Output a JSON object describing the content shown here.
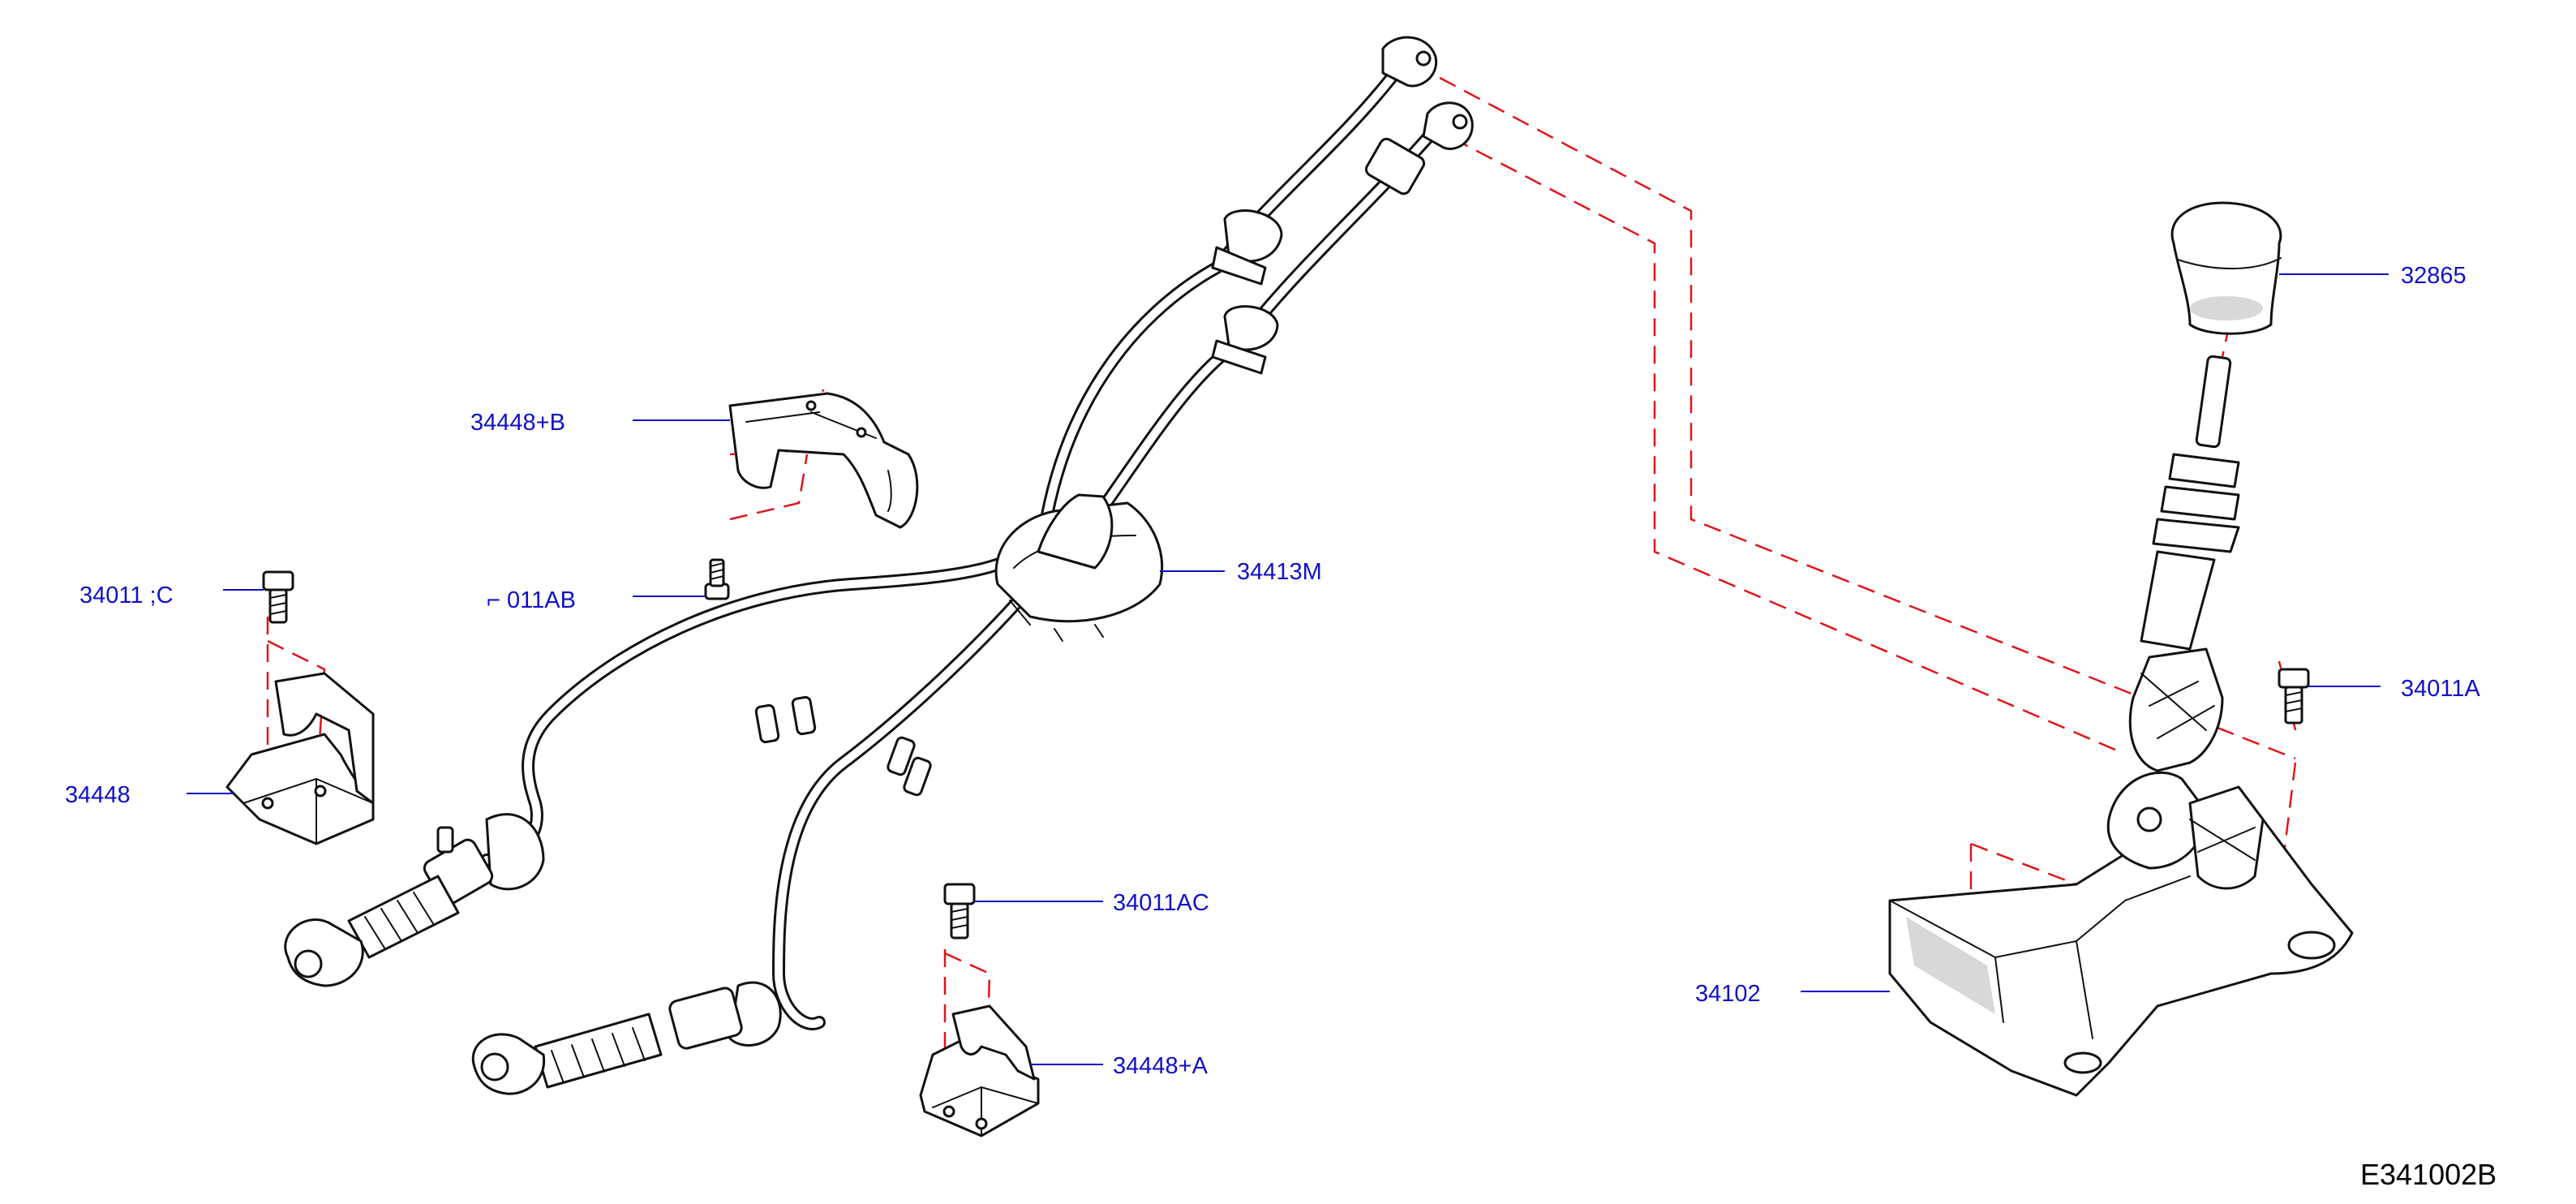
{
  "colors": {
    "callout": "#1010c8",
    "assembly_line": "#e0151b",
    "part_outline": "#111111"
  },
  "labels": {
    "bracket_b": "34448+B",
    "bolt_c": "34011 ;C",
    "bolt_b": "⌐ 011AB",
    "cable_assy": "34413M",
    "bracket": "34448",
    "bolt_ac": "34011AC",
    "bracket_a": "34448+A",
    "knob": "32865",
    "bolt_a": "34011A",
    "shifter_base": "34102"
  },
  "figure_ref": "E341002B"
}
